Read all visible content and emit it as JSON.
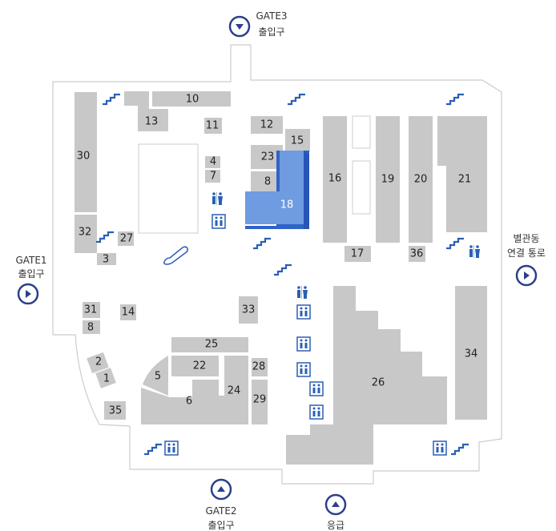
{
  "gates": {
    "gate3": {
      "name": "GATE3",
      "sub": "출입구",
      "direction": "down"
    },
    "gate1": {
      "name": "GATE1",
      "sub": "출입구",
      "direction": "right"
    },
    "gate2": {
      "name": "GATE2",
      "sub": "출입구",
      "direction": "up"
    },
    "annex": {
      "name": "별관동",
      "sub": "연결 통로",
      "direction": "right"
    },
    "emergency": {
      "name": "응급",
      "direction": "up"
    }
  },
  "rooms": [
    "1",
    "2",
    "3",
    "4",
    "5",
    "6",
    "7",
    "8",
    "10",
    "11",
    "12",
    "13",
    "14",
    "15",
    "16",
    "17",
    "18",
    "19",
    "20",
    "21",
    "22",
    "23",
    "24",
    "25",
    "26",
    "27",
    "28",
    "29",
    "30",
    "31",
    "32",
    "33",
    "34",
    "35",
    "36"
  ],
  "selected_room": "18",
  "icons": {
    "stairs": "stairs-icon",
    "restroom": "restroom-icon",
    "elevator": "elevator-icon",
    "escalator": "escalator-icon"
  },
  "colors": {
    "room": "#c8c8c8",
    "selected": "#6f9be0",
    "selected_dark": "#2f63c8",
    "gate": "#2b3f8c",
    "outline": "#c8c8c8"
  }
}
